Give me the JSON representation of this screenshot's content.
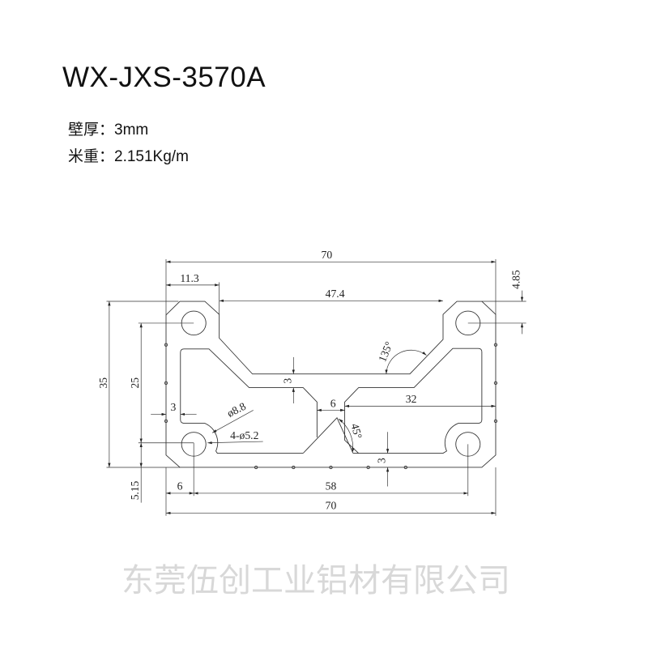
{
  "header": {
    "title": "WX-JXS-3570A",
    "wall_thickness_label": "壁厚：",
    "wall_thickness_value": "3mm",
    "weight_label": "米重：",
    "weight_value": "2.151Kg/m"
  },
  "drawing": {
    "dims": {
      "width_top": "70",
      "slot_offset": "11.3",
      "slot_width": "47.4",
      "hole_from_top": "4.85",
      "height": "35",
      "hole_spacing_v": "25",
      "wall_left": "3",
      "web_thickness": "3",
      "rib_width": "6",
      "rib_to_edge": "32",
      "angle_obtuse": "135°",
      "angle_acute": "45°",
      "boss_diameter": "ø8.8",
      "hole_diameter": "4-ø5.2",
      "bottom_wall": "3",
      "hole_from_bottom": "5.15",
      "hole_from_left": "6",
      "hole_spacing_h": "58",
      "width_bottom": "70"
    },
    "watermark": "东莞伍创工业铝材有限公司"
  }
}
